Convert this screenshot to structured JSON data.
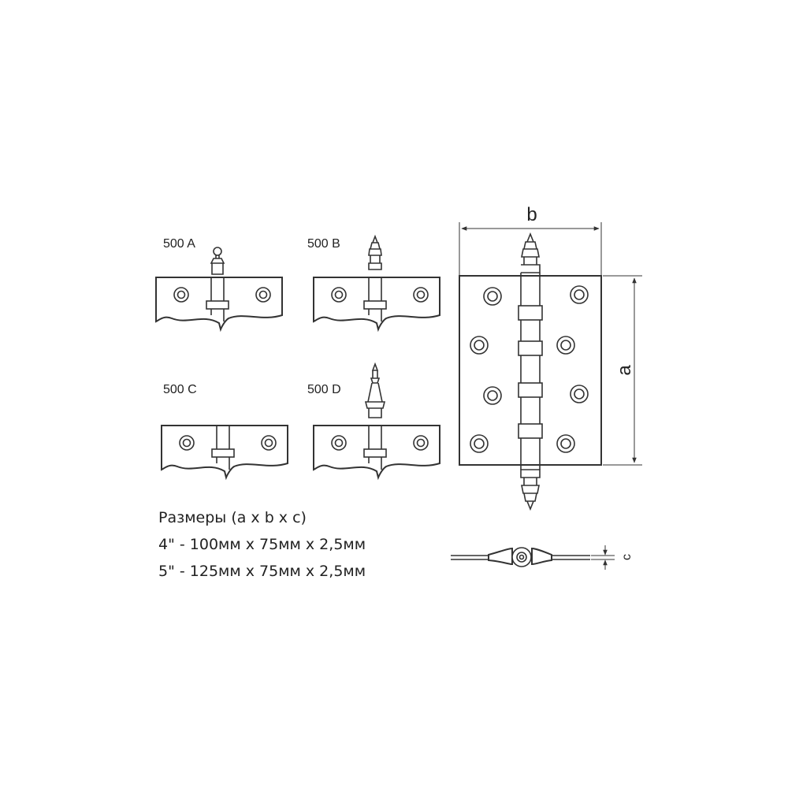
{
  "variants": [
    {
      "label": "500 A",
      "finial": "ball"
    },
    {
      "label": "500 B",
      "finial": "tiered"
    },
    {
      "label": "500 C",
      "finial": "none"
    },
    {
      "label": "500 D",
      "finial": "spire"
    }
  ],
  "dimensions": {
    "a": "a",
    "b": "b",
    "c": "c"
  },
  "specs": {
    "heading": "Размеры (a x b x c)",
    "rows": [
      "4\" - 100мм x 75мм x 2,5мм",
      "5\" - 125мм x 75мм x 2,5мм"
    ]
  },
  "colors": {
    "line": "#333333",
    "background": "#ffffff"
  }
}
